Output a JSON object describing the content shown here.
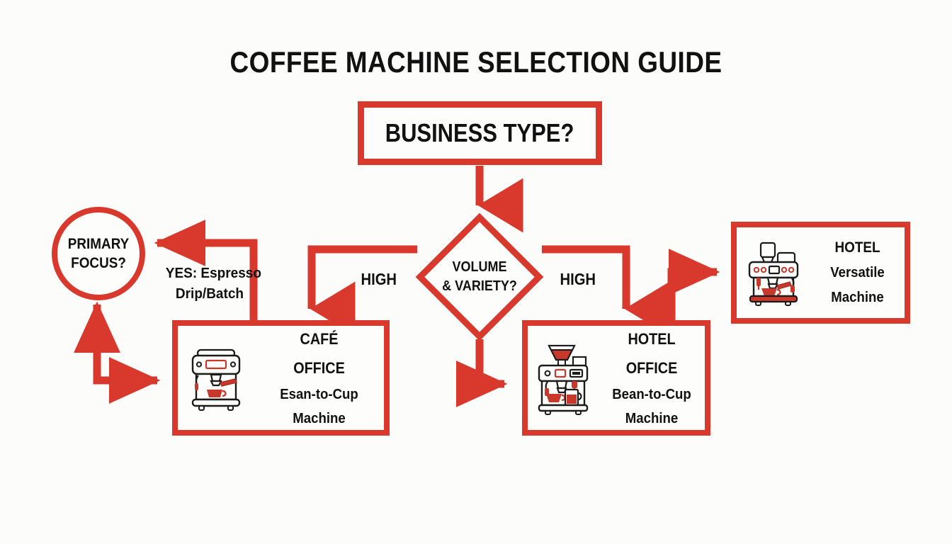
{
  "page": {
    "title": "COFFEE MACHINE SELECTION GUIDE",
    "background_color": "#fcfcfb",
    "accent_color": "#d8392c",
    "text_color": "#111111"
  },
  "nodes": {
    "business_type": {
      "shape": "rectangle",
      "text": "BUSINESS TYPE?"
    },
    "volume_variety": {
      "shape": "diamond",
      "line1": "VOLUME",
      "line2": "& VARIETY?"
    },
    "primary_focus": {
      "shape": "circle",
      "line1": "PRIMARY",
      "line2": "FOCUS?"
    },
    "cafe_office": {
      "shape": "rectangle",
      "line1": "CAFÉ",
      "line2": "OFFICE",
      "line3": "Esan-to-Cup Machine",
      "icon": "espresso-machine-icon"
    },
    "hotel_office": {
      "shape": "rectangle",
      "line1": "HOTEL",
      "line2": "OFFICE",
      "line3": "Bean-to-Cup Machine",
      "icon": "bean-to-cup-machine-icon"
    },
    "hotel_versatile": {
      "shape": "rectangle",
      "line1": "HOTEL",
      "line2": "Versatile",
      "line3": "Machine",
      "icon": "versatile-coffee-machine-icon"
    }
  },
  "edge_labels": {
    "high_left": "HIGH",
    "high_right": "HIGH",
    "yes_espresso_line1": "YES: Espresso",
    "yes_espresso_line2": "Drip/Batch"
  },
  "chart_data": {
    "type": "diagram",
    "diagram_type": "flowchart",
    "title": "COFFEE MACHINE SELECTION GUIDE",
    "orientation": "top-down",
    "nodes": [
      {
        "id": "business_type",
        "label": "BUSINESS TYPE?",
        "shape": "rectangle"
      },
      {
        "id": "volume_variety",
        "label": "VOLUME & VARIETY?",
        "shape": "diamond"
      },
      {
        "id": "primary_focus",
        "label": "PRIMARY FOCUS?",
        "shape": "circle"
      },
      {
        "id": "cafe_office",
        "label": "CAFÉ / OFFICE / Esan-to-Cup Machine",
        "shape": "rectangle"
      },
      {
        "id": "hotel_office",
        "label": "HOTEL / OFFICE / Bean-to-Cup Machine",
        "shape": "rectangle"
      },
      {
        "id": "hotel_versatile",
        "label": "HOTEL / Versatile Machine",
        "shape": "rectangle"
      }
    ],
    "edges": [
      {
        "from": "business_type",
        "to": "volume_variety",
        "label": ""
      },
      {
        "from": "volume_variety",
        "to": "cafe_office",
        "label": "HIGH"
      },
      {
        "from": "volume_variety",
        "to": "hotel_office",
        "label": "HIGH"
      },
      {
        "from": "volume_variety",
        "to": "hotel_office",
        "label": ""
      },
      {
        "from": "cafe_office",
        "to": "primary_focus",
        "label": "YES: Espresso Drip/Batch"
      },
      {
        "from": "primary_focus",
        "to": "cafe_office",
        "label": ""
      },
      {
        "from": "hotel_office",
        "to": "hotel_versatile",
        "label": ""
      }
    ]
  }
}
